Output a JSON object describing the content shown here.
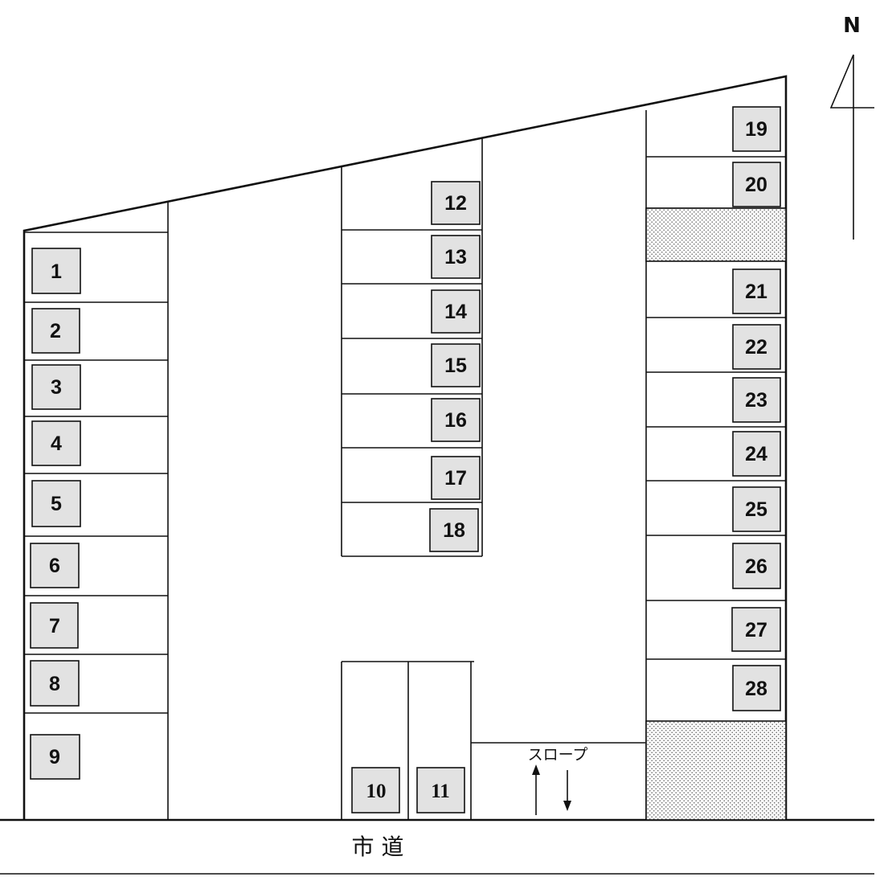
{
  "north_label": "N",
  "road_label": "市 道",
  "slope_label": "スロープ",
  "hatch_color": "#6e6e6e",
  "lots": [
    "1",
    "2",
    "3",
    "4",
    "5",
    "6",
    "7",
    "8",
    "9",
    "10",
    "11",
    "12",
    "13",
    "14",
    "15",
    "16",
    "17",
    "18",
    "19",
    "20",
    "21",
    "22",
    "23",
    "24",
    "25",
    "26",
    "27",
    "28"
  ]
}
